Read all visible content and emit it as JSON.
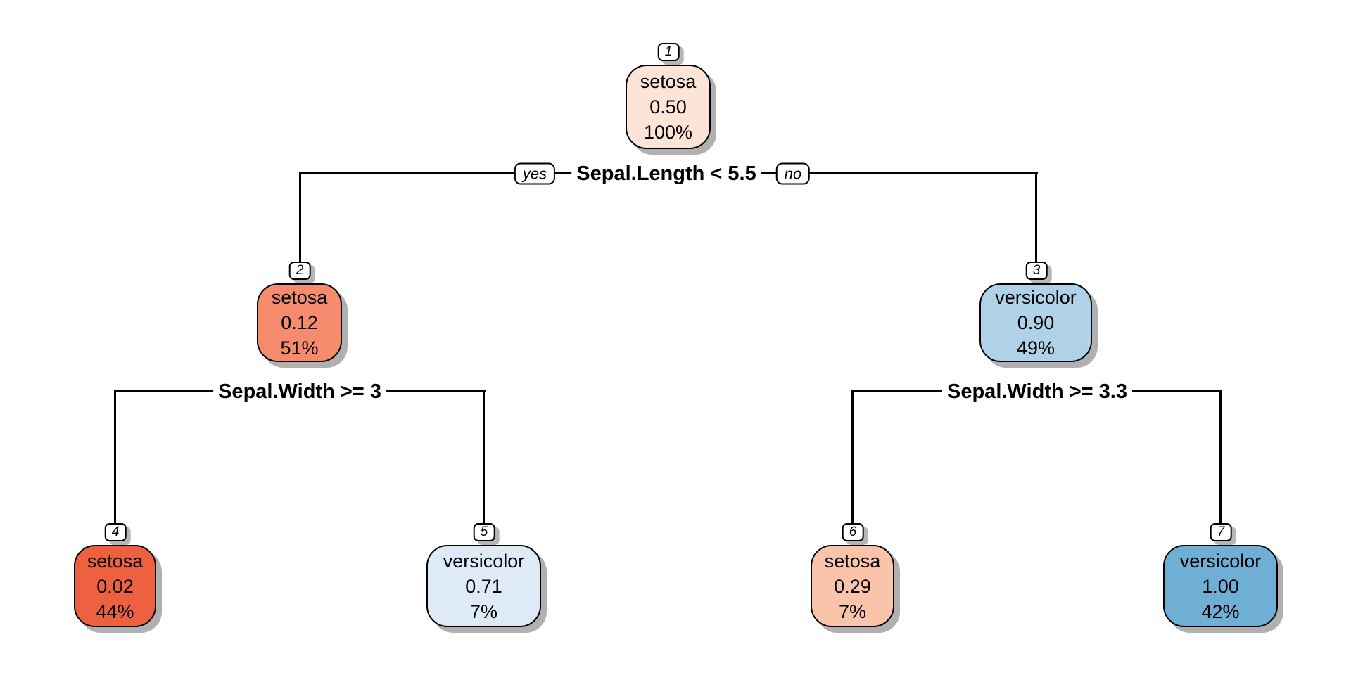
{
  "figure": {
    "type": "decision-tree",
    "background": "#ffffff",
    "line_color": "#000000",
    "shadow_color": "#b0b0b0"
  },
  "tree": {
    "splits": [
      {
        "at_node": "1",
        "condition": "Sepal.Length < 5.5",
        "left_label": "yes",
        "right_label": "no"
      },
      {
        "at_node": "2",
        "condition": "Sepal.Width >= 3"
      },
      {
        "at_node": "3",
        "condition": "Sepal.Width >= 3.3"
      }
    ],
    "nodes": [
      {
        "nn": "1",
        "class": "setosa",
        "prob": "0.50",
        "coverage": "100%",
        "fill": "#FCE4D6"
      },
      {
        "nn": "2",
        "class": "setosa",
        "prob": "0.12",
        "coverage": "51%",
        "fill": "#F78B6E"
      },
      {
        "nn": "3",
        "class": "versicolor",
        "prob": "0.90",
        "coverage": "49%",
        "fill": "#B0D2E8"
      },
      {
        "nn": "4",
        "class": "setosa",
        "prob": "0.02",
        "coverage": "44%",
        "fill": "#EE6140"
      },
      {
        "nn": "5",
        "class": "versicolor",
        "prob": "0.71",
        "coverage": "7%",
        "fill": "#DEEBF7"
      },
      {
        "nn": "6",
        "class": "setosa",
        "prob": "0.29",
        "coverage": "7%",
        "fill": "#FAC4AA"
      },
      {
        "nn": "7",
        "class": "versicolor",
        "prob": "1.00",
        "coverage": "42%",
        "fill": "#6FAFD6"
      }
    ]
  }
}
